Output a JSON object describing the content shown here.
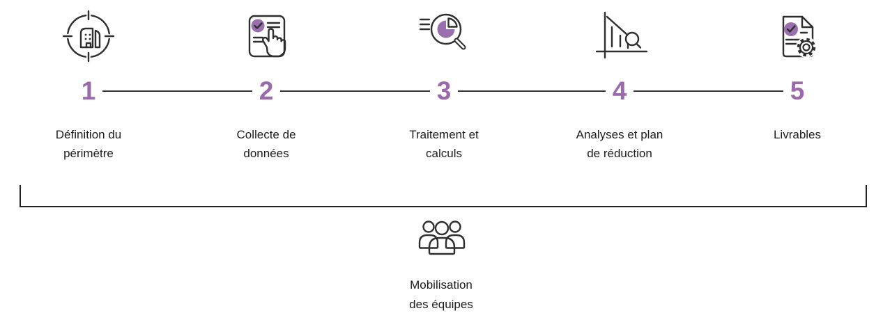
{
  "accent_color": "#9a6aac",
  "icon_fill_purple": "#9a6fae",
  "people_head_purple": "#b78ac2",
  "line_color": "#333333",
  "text_color": "#1c1c1c",
  "steps": [
    {
      "number": "1",
      "icon": "building-scope-icon",
      "label_lines": [
        "Définition du",
        "périmètre"
      ]
    },
    {
      "number": "2",
      "icon": "form-checklist-hand-icon",
      "label_lines": [
        "Collecte de",
        "données"
      ]
    },
    {
      "number": "3",
      "icon": "magnifier-pie-chart-icon",
      "label_lines": [
        "Traitement et",
        "calculs"
      ]
    },
    {
      "number": "4",
      "icon": "declining-chart-magnifier-icon",
      "label_lines": [
        "Analyses et plan",
        "de réduction"
      ]
    },
    {
      "number": "5",
      "icon": "document-gear-icon",
      "label_lines": [
        "Livrables",
        ""
      ]
    }
  ],
  "footer": {
    "icon": "team-icon",
    "label_lines": [
      "Mobilisation",
      "des équipes"
    ]
  }
}
